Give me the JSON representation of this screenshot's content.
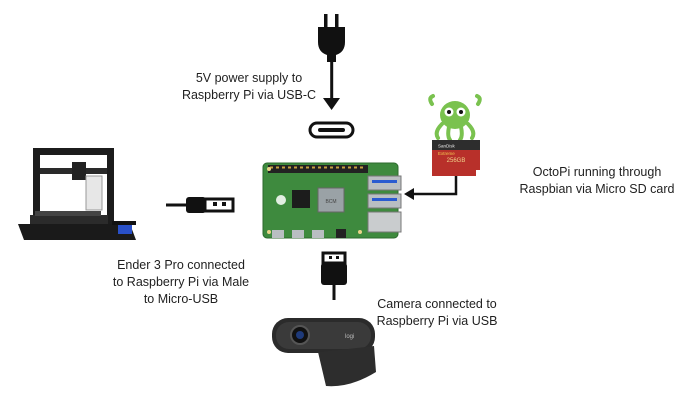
{
  "labels": {
    "power": {
      "line1": "5V power supply to",
      "line2": "Raspberry Pi via USB-C"
    },
    "octopi": {
      "line1": "OctoPi running through",
      "line2": "Raspbian via Micro SD card"
    },
    "ender": {
      "line1": "Ender 3 Pro connected",
      "line2": "to Raspberry Pi via Male",
      "line3": "to Micro-USB"
    },
    "camera": {
      "line1": "Camera connected to",
      "line2": "Raspberry Pi via USB"
    }
  },
  "sd_card": {
    "brand": "SanDisk",
    "model": "Extreme",
    "capacity": "256GB"
  },
  "webcam": {
    "brand": "logi"
  },
  "colors": {
    "line": "#111111",
    "board": "#3e8a3e",
    "sd_red": "#b8302a",
    "sd_gold": "#c8a040",
    "octopus": "#7ac24f",
    "printer_frame": "#1c1c1c",
    "printer_accent": "#2950c8"
  },
  "icons": [
    "power-plug-icon",
    "usb-c-port-icon",
    "raspberry-pi-board-icon",
    "micro-sd-card-icon",
    "octopi-logo-icon",
    "usb-cable-icon",
    "3d-printer-icon",
    "webcam-icon"
  ]
}
